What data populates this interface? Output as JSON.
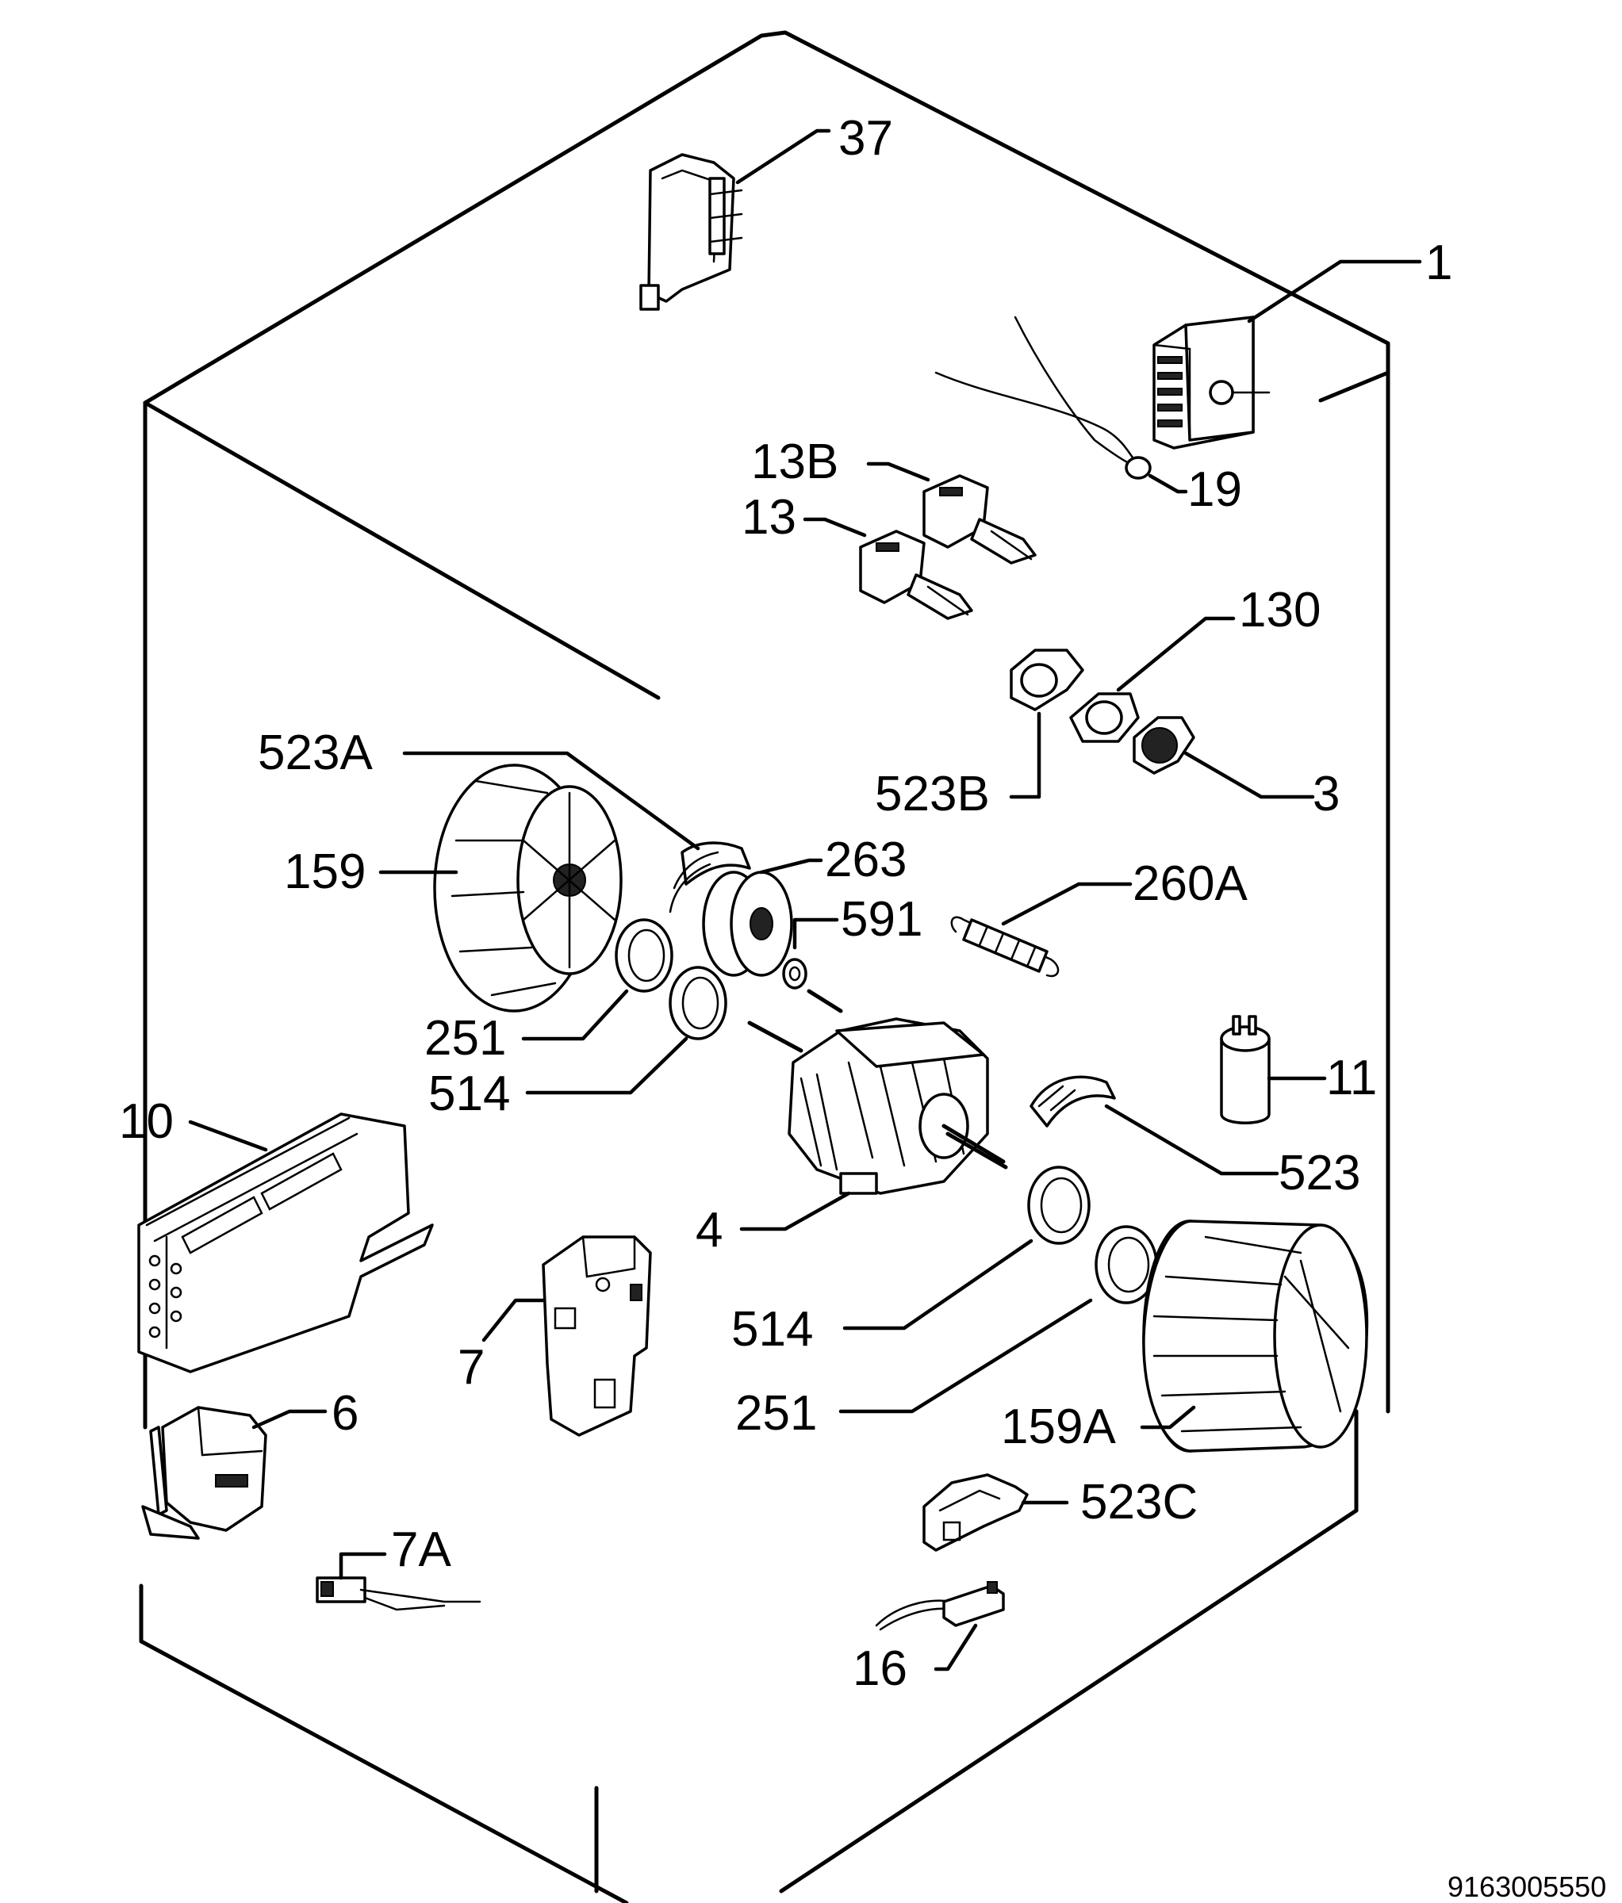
{
  "diagram": {
    "doc_number": "9163005550",
    "labels": {
      "p37": "37",
      "p1": "1",
      "p19": "19",
      "p13b": "13B",
      "p13": "13",
      "p130": "130",
      "p523a": "523A",
      "p523b": "523B",
      "p3": "3",
      "p159": "159",
      "p263": "263",
      "p591": "591",
      "p260a": "260A",
      "p251a": "251",
      "p514a": "514",
      "p11": "11",
      "p10": "10",
      "p523": "523",
      "p4": "4",
      "p7": "7",
      "p514b": "514",
      "p251b": "251",
      "p159a": "159A",
      "p6": "6",
      "p523c": "523C",
      "p7a": "7A",
      "p16": "16"
    }
  }
}
